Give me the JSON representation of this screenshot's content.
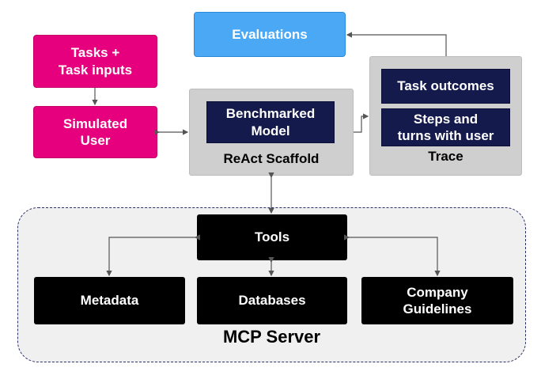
{
  "nodes": {
    "tasks": "Tasks +\nTask inputs",
    "simulated_user": "Simulated\nUser",
    "evaluations": "Evaluations",
    "benchmarked_model": "Benchmarked\nModel",
    "react_scaffold": "ReAct Scaffold",
    "task_outcomes": "Task outcomes",
    "steps_turns": "Steps and\nturns with user",
    "trace": "Trace",
    "tools": "Tools",
    "metadata": "Metadata",
    "databases": "Databases",
    "company_guidelines": "Company\nGuidelines",
    "mcp_server": "MCP Server"
  },
  "colors": {
    "pink": "#e6007e",
    "blue": "#4aa8f5",
    "navy": "#141a4b",
    "gray": "#cfcfcf",
    "black": "#000000",
    "connector": "#555555"
  }
}
